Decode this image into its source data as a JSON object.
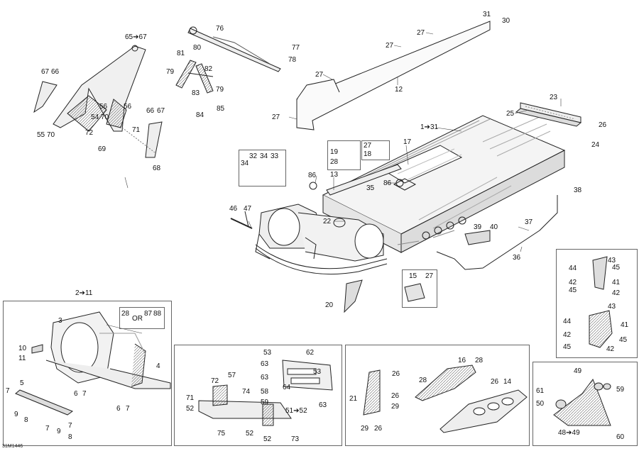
{
  "drawing_code": "31M1446",
  "labels": {
    "l65_67": "65➔67",
    "l67a": "67",
    "l66a": "66",
    "l56a": "56",
    "l56b": "56",
    "l54": "54",
    "l70a": "70",
    "l55": "55",
    "l70b": "70",
    "l72": "72",
    "l71": "71",
    "l69": "69",
    "l66b": "66",
    "l67b": "67",
    "l68": "68",
    "l76": "76",
    "l80": "80",
    "l81": "81",
    "l77": "77",
    "l78": "78",
    "l79a": "79",
    "l82": "82",
    "l83": "83",
    "l79b": "79",
    "l84": "84",
    "l85": "85",
    "l31": "31",
    "l30": "30",
    "l27a": "27",
    "l27b": "27",
    "l27c": "27",
    "l12": "12",
    "l27d": "27",
    "l23": "23",
    "l25": "25",
    "l26a": "26",
    "l24": "24",
    "l1_31": "1➔31",
    "l17": "17",
    "l19": "19",
    "l27e": "27",
    "l28a": "28",
    "l18": "18",
    "l32": "32",
    "l34a": "34",
    "l33": "33",
    "l34b": "34",
    "l86a": "86",
    "l13": "13",
    "l35": "35",
    "l86b": "86",
    "l38": "38",
    "l46": "46",
    "l47": "47",
    "l22": "22",
    "l39": "39",
    "l40": "40",
    "l37": "37",
    "l36": "36",
    "l15": "15",
    "l27f": "27",
    "l20": "20",
    "l43a": "43",
    "l44a": "44",
    "l45a": "45",
    "l42a": "42",
    "l41a": "41",
    "l45b": "45",
    "l42b": "42",
    "l43b": "43",
    "l44b": "44",
    "l41b": "41",
    "l42c": "42",
    "l45c": "45",
    "l45d": "45",
    "l42d": "42",
    "l2_11": "2➔11",
    "l28b": "28",
    "l87": "87",
    "l88": "88",
    "or": "OR",
    "l3": "3",
    "l10": "10",
    "l11": "11",
    "l4": "4",
    "l5": "5",
    "l7a": "7",
    "l6a": "6",
    "l7b": "7",
    "l9a": "9",
    "l8a": "8",
    "l6b": "6",
    "l7c": "7",
    "l7d": "7",
    "l9b": "9",
    "l7e": "7",
    "l8b": "8",
    "l53a": "53",
    "l62": "62",
    "l63a": "63",
    "l53b": "53",
    "l64": "64",
    "l63b": "63",
    "l72b": "72",
    "l57": "57",
    "l71b": "71",
    "l74": "74",
    "l58": "58",
    "l52a": "52",
    "l59": "59",
    "l51_52": "51➔52",
    "l75": "75",
    "l52b": "52",
    "l52c": "52",
    "l73": "73",
    "l16": "16",
    "l28c": "28",
    "l26b": "26",
    "l28d": "28",
    "l21": "21",
    "l26c": "26",
    "l29a": "29",
    "l26d": "26",
    "l14": "14",
    "l29b": "29",
    "l26e": "26",
    "l49": "49",
    "l61": "61",
    "l59b": "59",
    "l50": "50",
    "l48_49": "48➔49",
    "l60": "60"
  }
}
